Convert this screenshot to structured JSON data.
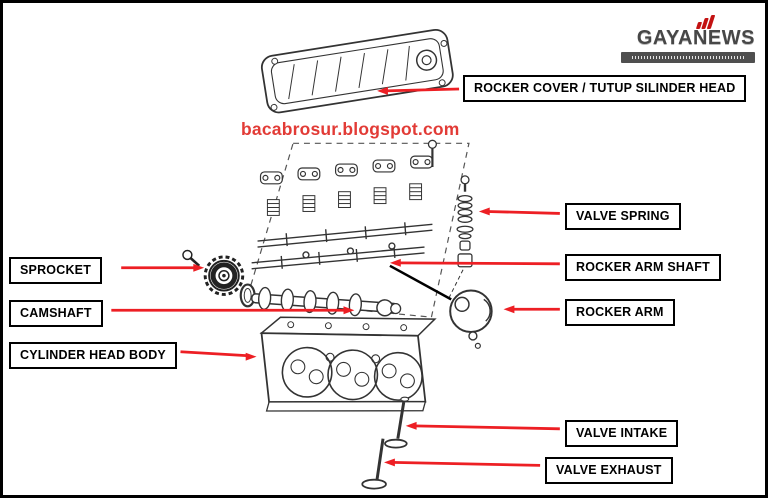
{
  "watermark": {
    "text": "bacabrosur.blogspot.com"
  },
  "logo": {
    "title": "GAYANEWS"
  },
  "colors": {
    "leader_red": "#ed1f24",
    "watermark_red": "#e23b36",
    "line_ink": "#333333",
    "logo_gray": "#4f4f4f",
    "logo_accent_red": "#c31212",
    "frame_border": "#000000"
  },
  "labels": [
    {
      "id": "rocker-cover",
      "text": "ROCKER COVER / TUTUP SILINDER HEAD"
    },
    {
      "id": "valve-spring",
      "text": "VALVE SPRING"
    },
    {
      "id": "rocker-arm-shaft",
      "text": "ROCKER ARM SHAFT"
    },
    {
      "id": "rocker-arm",
      "text": "ROCKER ARM"
    },
    {
      "id": "sprocket",
      "text": "SPROCKET"
    },
    {
      "id": "camshaft",
      "text": "CAMSHAFT"
    },
    {
      "id": "cylinder-head-body",
      "text": "CYLINDER HEAD BODY"
    },
    {
      "id": "valve-intake",
      "text": "VALVE INTAKE"
    },
    {
      "id": "valve-exhaust",
      "text": "VALVE EXHAUST"
    }
  ]
}
